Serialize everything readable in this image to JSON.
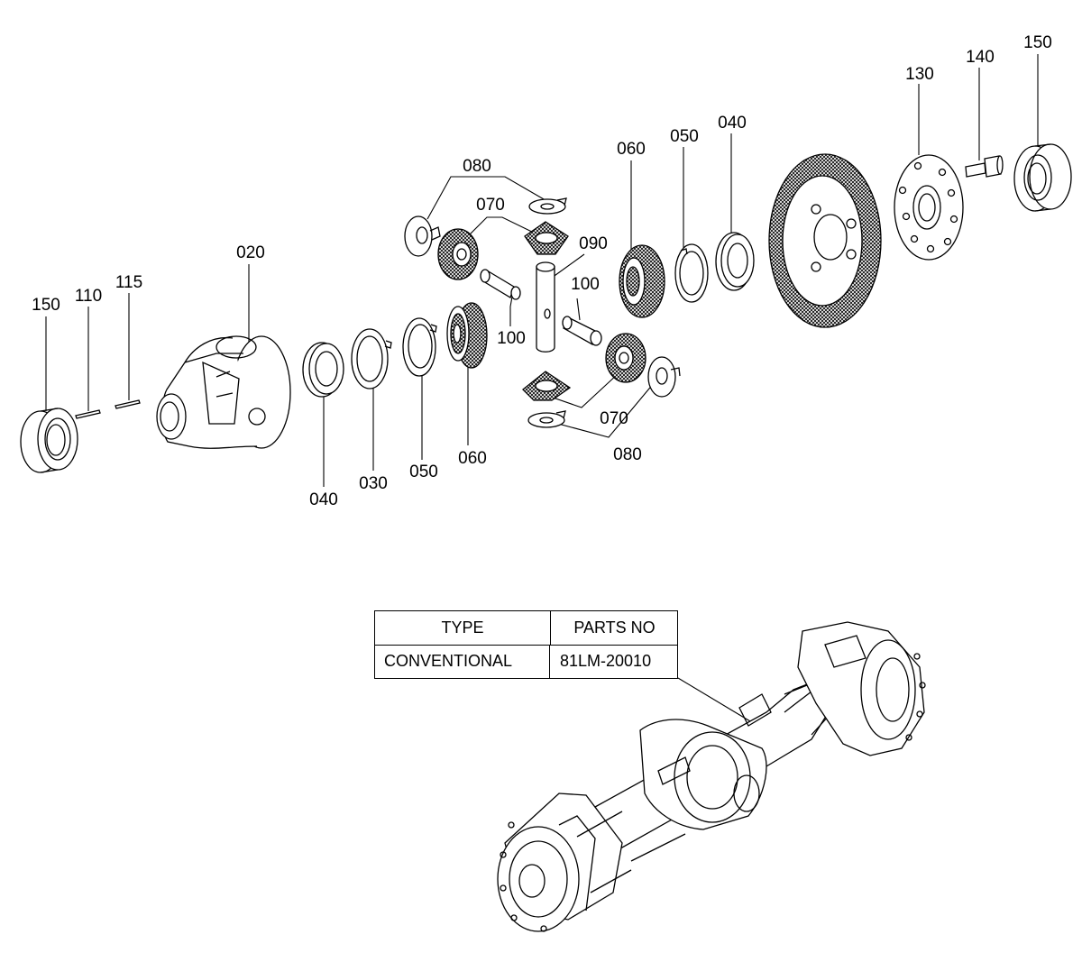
{
  "callouts": [
    {
      "id": "c150a",
      "text": "150"
    },
    {
      "id": "c110",
      "text": "110"
    },
    {
      "id": "c115",
      "text": "115"
    },
    {
      "id": "c020",
      "text": "020"
    },
    {
      "id": "c040a",
      "text": "040"
    },
    {
      "id": "c030",
      "text": "030"
    },
    {
      "id": "c050a",
      "text": "050"
    },
    {
      "id": "c060a",
      "text": "060"
    },
    {
      "id": "c080a",
      "text": "080"
    },
    {
      "id": "c070a",
      "text": "070"
    },
    {
      "id": "c090",
      "text": "090"
    },
    {
      "id": "c100a",
      "text": "100"
    },
    {
      "id": "c100b",
      "text": "100"
    },
    {
      "id": "c070b",
      "text": "070"
    },
    {
      "id": "c080b",
      "text": "080"
    },
    {
      "id": "c060b",
      "text": "060"
    },
    {
      "id": "c050b",
      "text": "050"
    },
    {
      "id": "c040b",
      "text": "040"
    },
    {
      "id": "c130",
      "text": "130"
    },
    {
      "id": "c140",
      "text": "140"
    },
    {
      "id": "c150b",
      "text": "150"
    }
  ],
  "parts_table": {
    "headers": [
      "TYPE",
      "PARTS NO"
    ],
    "rows": [
      [
        "CONVENTIONAL",
        "81LM-20010"
      ]
    ]
  }
}
